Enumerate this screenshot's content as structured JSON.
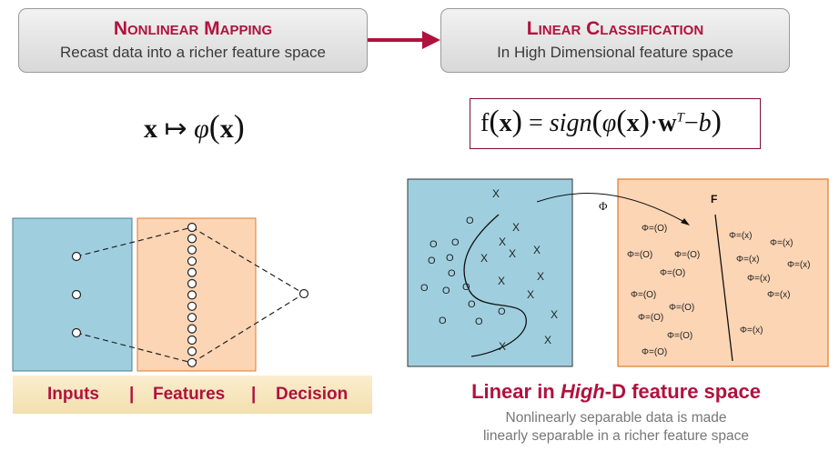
{
  "left_box": {
    "title": "Nonlinear Mapping",
    "subtitle": "Recast data into a richer feature space"
  },
  "right_box": {
    "title": "Linear Classification",
    "subtitle": "In High Dimensional feature space"
  },
  "mapping_formula": {
    "lhs": "x",
    "arrow": "↦",
    "phi": "φ",
    "arg": "x"
  },
  "classifier_formula": {
    "f": "f",
    "x": "x",
    "eq": "=",
    "sign": "sign",
    "phi": "φ",
    "x2": "x",
    "dot": "·",
    "w": "w",
    "T": "T",
    "minus": "−",
    "b": "b"
  },
  "legend": {
    "inputs": "Inputs",
    "sep1": "|",
    "features": "Features",
    "sep2": "|",
    "decision": "Decision"
  },
  "input_space": {
    "o_label": "O",
    "x_label": "X"
  },
  "feature_space": {
    "F_label": "F",
    "phi_label": "Φ",
    "o_point_label": "Φ=(O)",
    "x_point_label": "Φ=(x)"
  },
  "headline": {
    "before": "Linear in ",
    "em": "High",
    "after": "-D feature space"
  },
  "caption": {
    "line1": "Nonlinearly separable data is made",
    "line2": "linearly separable in a richer feature space"
  },
  "colors": {
    "accent": "#b0123e",
    "blue_panel": "#9fcfdf",
    "orange_panel": "#fcd5b5"
  }
}
